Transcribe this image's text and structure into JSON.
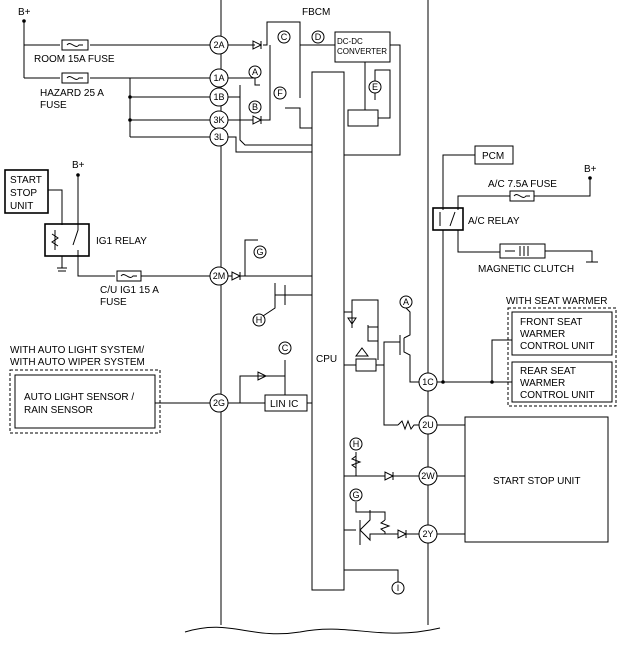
{
  "labels": {
    "bplus": "B+",
    "fbcm": "FBCM",
    "room_fuse": "ROOM 15A FUSE",
    "hazard_fuse_1": "HAZARD 25 A",
    "hazard_fuse_2": "FUSE",
    "dcdc_1": "DC-DC",
    "dcdc_2": "CONVERTER",
    "start_stop_1": "START",
    "start_stop_2": "STOP",
    "start_stop_3": "UNIT",
    "ig1_relay": "IG1 RELAY",
    "cu_fuse_1": "C/U IG1 15 A",
    "cu_fuse_2": "FUSE",
    "pcm": "PCM",
    "ac_fuse": "A/C 7.5A FUSE",
    "ac_relay": "A/C RELAY",
    "magnetic_clutch": "MAGNETIC CLUTCH",
    "with_seat_warmer": "WITH SEAT WARMER",
    "front_seat_1": "FRONT SEAT",
    "front_seat_2": "WARMER",
    "front_seat_3": "CONTROL UNIT",
    "rear_seat_1": "REAR SEAT",
    "rear_seat_2": "WARMER",
    "rear_seat_3": "CONTROL UNIT",
    "with_auto_1": "WITH AUTO LIGHT SYSTEM/",
    "with_auto_2": "WITH AUTO WIPER SYSTEM",
    "auto_sensor_1": "AUTO LIGHT SENSOR /",
    "auto_sensor_2": "RAIN SENSOR",
    "lin_ic": "LIN IC",
    "cpu": "CPU",
    "start_stop_unit": "START STOP UNIT"
  },
  "pins": {
    "p2a": "2A",
    "p1a": "1A",
    "p1b": "1B",
    "p3k": "3K",
    "p3l": "3L",
    "p2m": "2M",
    "p2g": "2G",
    "p1c": "1C",
    "p2u": "2U",
    "p2w": "2W",
    "p2y": "2Y"
  },
  "refs": {
    "a": "A",
    "b": "B",
    "c": "C",
    "d": "D",
    "e": "E",
    "f": "F",
    "g": "G",
    "h": "H",
    "i": "I"
  }
}
